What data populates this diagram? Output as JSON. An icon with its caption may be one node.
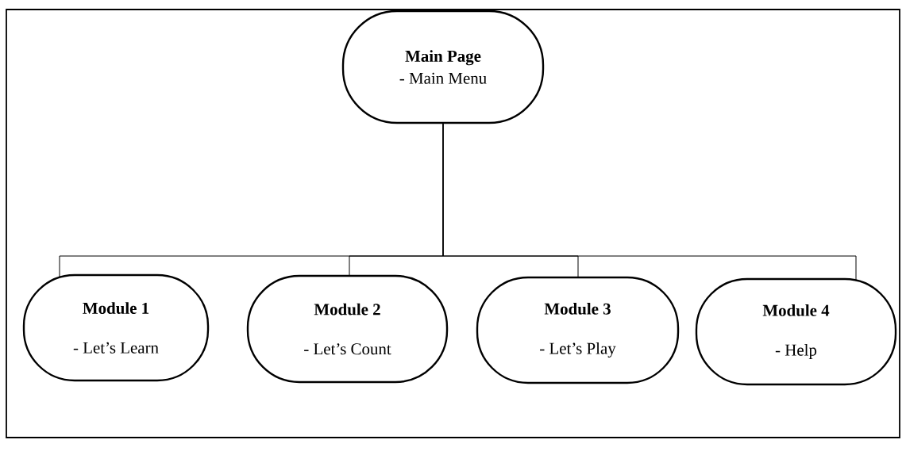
{
  "diagram": {
    "nodes": [
      {
        "text": [
          "Main Page",
          "- Main Menu"
        ]
      },
      {
        "text": [
          "Module 1",
          "- Let’s Learn"
        ]
      },
      {
        "text": [
          "Module 2",
          "- Let’s Count"
        ]
      },
      {
        "text": [
          "Module 3",
          "- Let’s Play"
        ]
      },
      {
        "text": [
          "Module 4",
          "- Help"
        ]
      }
    ],
    "edges": [
      {
        "from": 0,
        "to": 1,
        "arrow": "none"
      },
      {
        "from": 0,
        "to": 2,
        "arrow": "none"
      },
      {
        "from": 0,
        "to": 3,
        "arrow": "none"
      },
      {
        "from": 0,
        "to": 4,
        "arrow": "none"
      }
    ]
  }
}
